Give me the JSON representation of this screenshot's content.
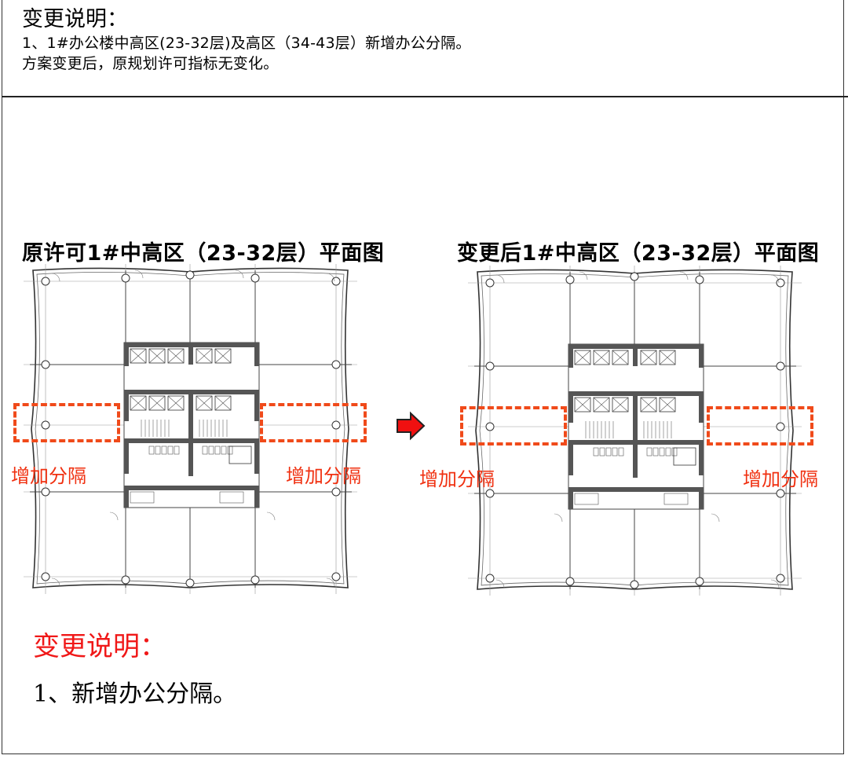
{
  "header": {
    "title": "变更说明：",
    "lines": [
      "1、1#办公楼中高区(23-32层)及高区（34-43层）新增办公分隔。",
      "方案变更后，原规划许可指标无变化。"
    ]
  },
  "plans": {
    "left_title": "原许可1#中高区（23-32层）平面图",
    "right_title": "变更后1#中高区（23-32层）平面图",
    "added_partition_label": "增加分隔"
  },
  "notes": {
    "title": "变更说明：",
    "item": "1、新增办公分隔。"
  },
  "colors": {
    "highlight": "#f04a1a",
    "note_title": "#f01818",
    "arrow": "#f01010"
  },
  "icons": {
    "arrow": "right-arrow-icon"
  }
}
